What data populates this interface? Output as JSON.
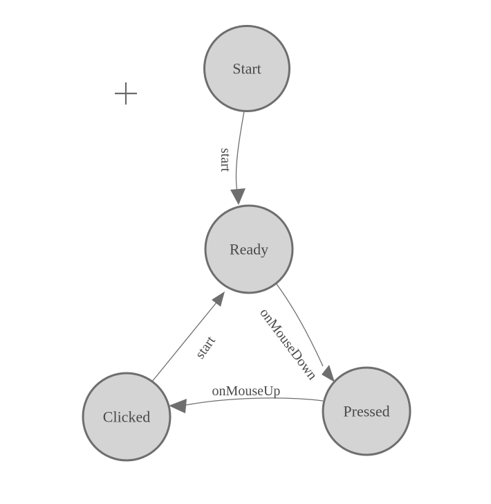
{
  "canvas": {
    "background_color": "#ffffff",
    "node_fill_color": "#d4d4d4",
    "node_stroke_color": "#6e6e6e",
    "edge_color": "#6e6e6e",
    "label_color": "#4a4a4a",
    "crosshair_color": "#6a6a6a"
  },
  "diagram": {
    "type": "state-machine",
    "nodes": [
      {
        "id": "start",
        "label": "Start"
      },
      {
        "id": "ready",
        "label": "Ready"
      },
      {
        "id": "clicked",
        "label": "Clicked"
      },
      {
        "id": "pressed",
        "label": "Pressed"
      }
    ],
    "edges": [
      {
        "from": "Start",
        "to": "Ready",
        "label": "start"
      },
      {
        "from": "Clicked",
        "to": "Ready",
        "label": "start"
      },
      {
        "from": "Ready",
        "to": "Pressed",
        "label": "onMouseDown"
      },
      {
        "from": "Pressed",
        "to": "Clicked",
        "label": "onMouseUp"
      }
    ]
  }
}
